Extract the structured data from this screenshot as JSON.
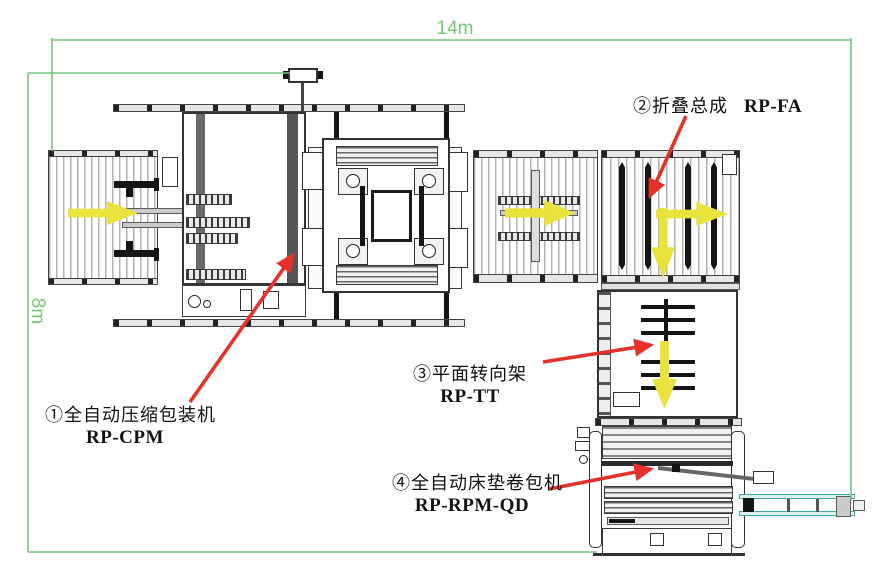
{
  "diagram": {
    "type": "mattress-packing-line-top-view-layout",
    "dimensions": {
      "width": "14m",
      "height": "8m"
    },
    "labels": [
      {
        "num": "1",
        "title": "①全自动压缩包装机",
        "model": "RP-CPM"
      },
      {
        "num": "2",
        "title": "②折叠总成",
        "model": "RP-FA"
      },
      {
        "num": "3",
        "title": "③平面转向架",
        "model": "RP-TT"
      },
      {
        "num": "4",
        "title": "④全自动床垫卷包机",
        "model": "RP-RPM-QD"
      }
    ],
    "flow_arrows": [
      {
        "direction": "right",
        "at": "infeed-conveyor"
      },
      {
        "direction": "right",
        "at": "middle-conveyor"
      },
      {
        "direction": "right",
        "at": "folding-assembly"
      },
      {
        "direction": "down",
        "at": "folding-assembly"
      },
      {
        "direction": "down",
        "at": "turning-frame"
      }
    ]
  },
  "colors": {
    "dimension-green": "#76c578",
    "flow-yellow": "#e9e33c",
    "leader-red": "#e6312a",
    "outfeed-teal": "#3faaa3",
    "line-dark": "#3a3a3a"
  }
}
